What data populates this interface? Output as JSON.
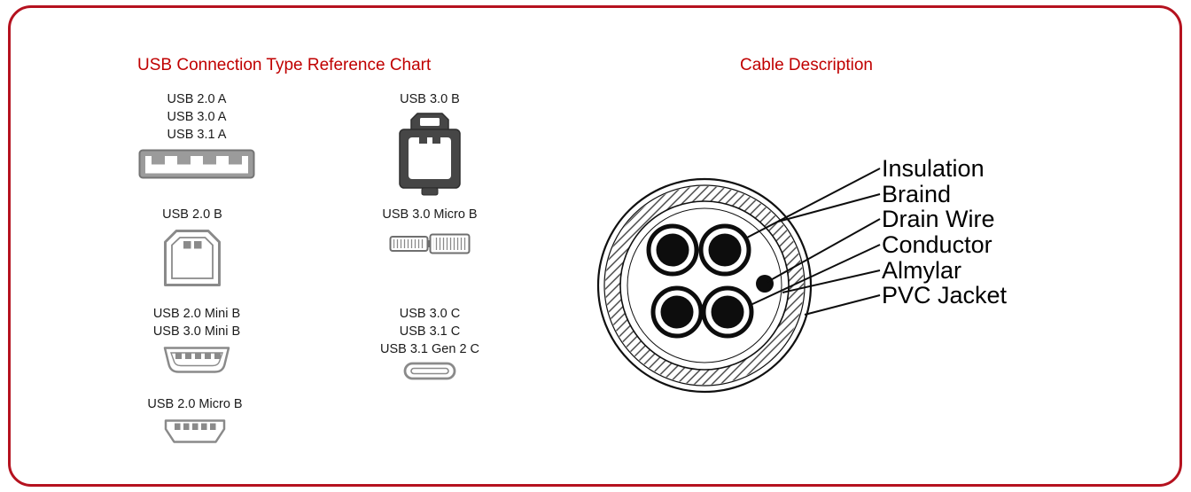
{
  "colors": {
    "frame_border": "#b5121f",
    "heading_red": "#c00000",
    "diagram_black": "#0d0d0d",
    "connector_gray": "#8a8a8a",
    "usb3b_dark": "#464646"
  },
  "headings": {
    "usb_chart": "USB Connection Type Reference Chart",
    "cable": "Cable Description"
  },
  "usb": {
    "groups": [
      {
        "lines": [
          "USB 2.0 A",
          "USB 3.0 A",
          "USB 3.1 A"
        ]
      },
      {
        "lines": [
          "USB 2.0 B"
        ]
      },
      {
        "lines": [
          "USB 2.0 Mini B",
          "USB 3.0 Mini B"
        ]
      },
      {
        "lines": [
          "USB 2.0 Micro B"
        ]
      },
      {
        "lines": [
          "USB 3.0 B"
        ]
      },
      {
        "lines": [
          "USB 3.0 Micro B"
        ]
      },
      {
        "lines": [
          "USB 3.0 C",
          "USB 3.1 C",
          "USB 3.1 Gen 2 C"
        ]
      }
    ]
  },
  "cable": {
    "labels": [
      "Insulation",
      "Braind",
      "Drain Wire",
      "Conductor",
      "Almylar",
      "PVC Jacket"
    ]
  }
}
